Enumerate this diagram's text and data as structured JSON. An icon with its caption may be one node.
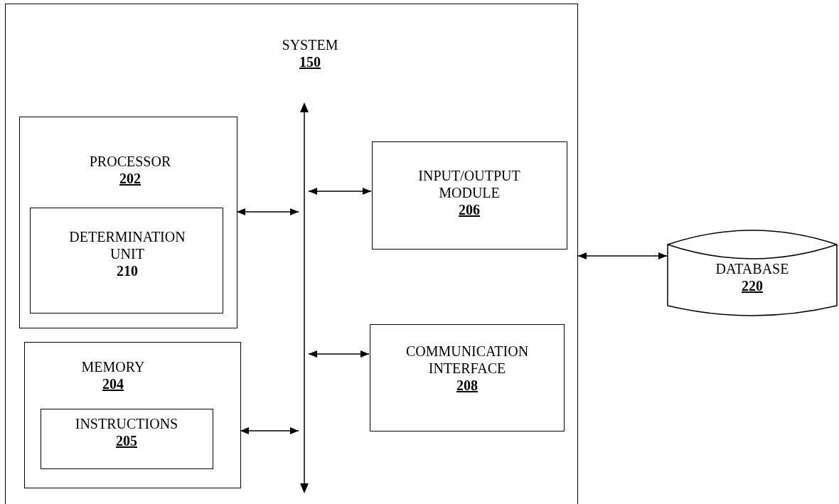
{
  "diagram": {
    "nodes": [
      {
        "text": [
          "SYSTEM",
          "150"
        ]
      },
      {
        "text": [
          "PROCESSOR",
          "202"
        ],
        "in": 0
      },
      {
        "text": [
          "DETERMINATION UNIT",
          "210"
        ],
        "in": 1
      },
      {
        "text": [
          "MEMORY",
          "204"
        ],
        "in": 0
      },
      {
        "text": [
          "INSTRUCTIONS",
          "205"
        ],
        "in": 3
      },
      {
        "text": [],
        "shape": "bar",
        "in": 0
      },
      {
        "text": [
          "INPUT/OUTPUT MODULE",
          "206"
        ],
        "in": 0
      },
      {
        "text": [
          "COMMUNICATION INTERFACE",
          "208"
        ],
        "in": 0
      },
      {
        "text": [
          "DATABASE",
          "220"
        ]
      }
    ],
    "edges": [
      {
        "from": 1,
        "to": 5,
        "arrow": "both"
      },
      {
        "from": 6,
        "to": 5,
        "arrow": "both"
      },
      {
        "from": 7,
        "to": 5,
        "arrow": "both"
      },
      {
        "from": 3,
        "to": 5,
        "arrow": "both"
      },
      {
        "from": 0,
        "to": 8,
        "arrow": "both"
      }
    ]
  }
}
